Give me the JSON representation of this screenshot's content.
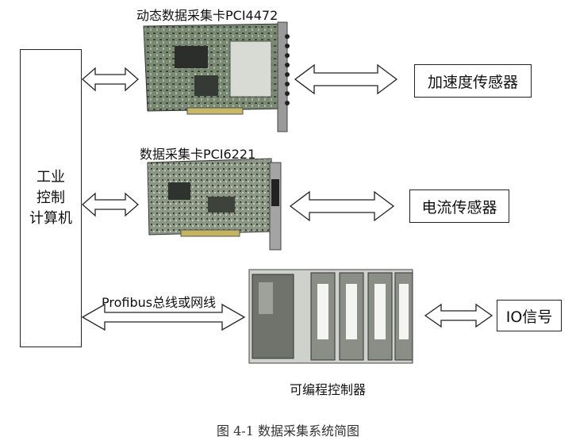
{
  "computer": {
    "line1": "工业",
    "line2": "控制",
    "line3": "计算机"
  },
  "card1": {
    "title": "动态数据采集卡PCI4472"
  },
  "card2": {
    "title": "数据采集卡PCI6221"
  },
  "plc": {
    "title": "可编程控制器",
    "bus_label": "Profibus总线或网线"
  },
  "sensors": {
    "accel": "加速度传感器",
    "current": "电流传感器",
    "io": "IO信号"
  },
  "caption": "图 4-1  数据采集系统简图"
}
